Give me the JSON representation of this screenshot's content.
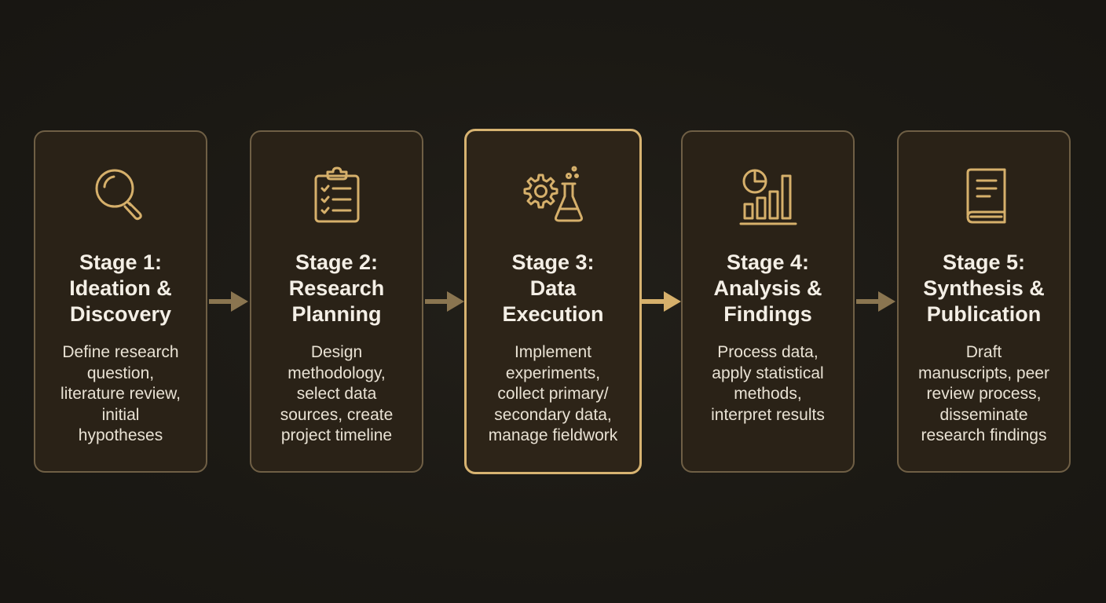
{
  "stages": [
    {
      "icon": "magnifying-glass-icon",
      "title": [
        "Stage 1:",
        "Ideation &",
        "Discovery"
      ],
      "description": [
        "Define research",
        "question,",
        "literature review,",
        "initial",
        "hypotheses"
      ]
    },
    {
      "icon": "clipboard-checklist-icon",
      "title": [
        "Stage 2:",
        "Research",
        "Planning"
      ],
      "description": [
        "Design",
        "methodology,",
        "select data",
        "sources, create",
        "project timeline"
      ]
    },
    {
      "icon": "gear-flask-icon",
      "title": [
        "Stage 3:",
        "Data",
        "Execution"
      ],
      "description": [
        "Implement",
        "experiments,",
        "collect primary/",
        "secondary data,",
        "manage fieldwork"
      ]
    },
    {
      "icon": "bar-chart-pie-icon",
      "title": [
        "Stage 4:",
        "Analysis &",
        "Findings"
      ],
      "description": [
        "Process data,",
        "apply statistical",
        "methods,",
        "interpret results"
      ]
    },
    {
      "icon": "book-icon",
      "title": [
        "Stage 5:",
        "Synthesis &",
        "Publication"
      ],
      "description": [
        "Draft",
        "manuscripts, peer",
        "review process,",
        "disseminate",
        "research findings"
      ]
    }
  ],
  "highlighted_stage": 3,
  "colors": {
    "background": "#1b1915",
    "card_fill": "#2a2217",
    "card_border": "#6f5f45",
    "highlight_border": "#d7b371",
    "icon": "#d6b06b",
    "arrow": "#8a7550",
    "arrow_highlight": "#d6b06b",
    "text": "#f3ede2"
  }
}
